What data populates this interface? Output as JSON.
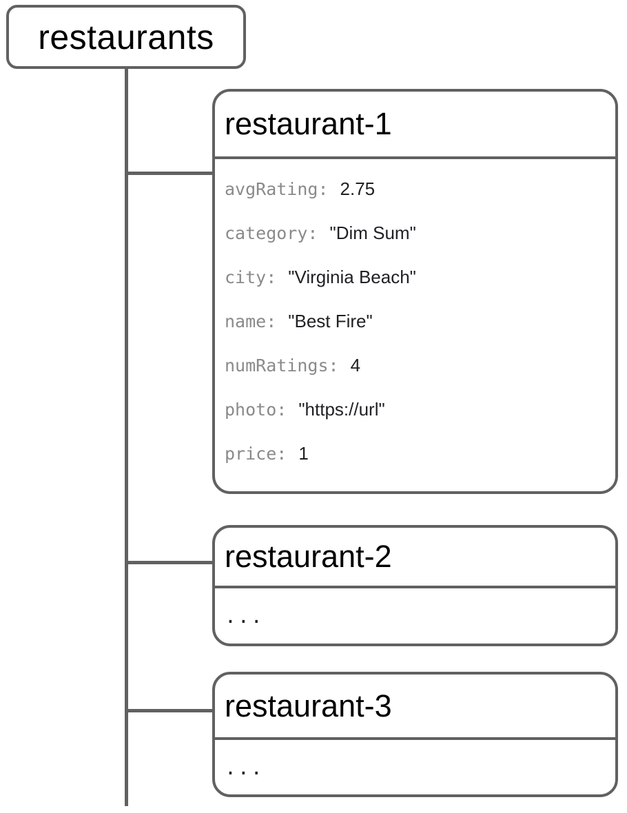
{
  "colors": {
    "line": "#616161",
    "node_title": "#000000",
    "field_key": "#8a8a8a",
    "field_value": "#202124",
    "background": "#ffffff"
  },
  "tree": {
    "root_label": "restaurants",
    "nodes": [
      {
        "title": "restaurant-1",
        "fields": [
          {
            "key": "avgRating:",
            "value": "2.75"
          },
          {
            "key": "category:",
            "value": "\"Dim Sum\""
          },
          {
            "key": "city:",
            "value": "\"Virginia Beach\""
          },
          {
            "key": "name:",
            "value": "\"Best Fire\""
          },
          {
            "key": "numRatings:",
            "value": "4"
          },
          {
            "key": "photo:",
            "value": "\"https://url\""
          },
          {
            "key": "price:",
            "value": "1"
          }
        ]
      },
      {
        "title": "restaurant-2",
        "body": "..."
      },
      {
        "title": "restaurant-3",
        "body": "..."
      }
    ]
  }
}
